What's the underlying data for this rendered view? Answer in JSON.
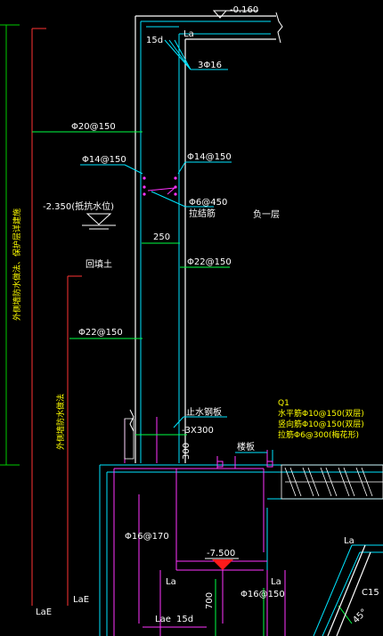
{
  "drawing": {
    "elev_top": "-0.160",
    "la_top": "La",
    "d15_top": "15d",
    "rebar_3d16": "3Φ16",
    "rebar_d20": "Φ20@150",
    "rebar_d14_left": "Φ14@150",
    "rebar_d14_right": "Φ14@150",
    "rebar_d6": "Φ6@450",
    "rebar_d6_sub": "拉结筋",
    "floor_label": "负一层",
    "elev_water": "-2.350(抵抗水位)",
    "dim_250": "250",
    "backfill": "回填土",
    "rebar_d22_right": "Φ22@150",
    "vertical_note_1": "外侧墙防水做法、保护层详建施",
    "vertical_note_2": "外侧墙防水做法",
    "rebar_d22_left": "Φ22@150",
    "waterstop": "止水钢板",
    "waterstop_size": "-3X300",
    "dim_300": "300",
    "q1_title": "Q1",
    "q1_line1": "水平筋Φ10@150(双层)",
    "q1_line2": "竖向筋Φ10@150(双层)",
    "q1_line3": "拉筋Φ6@300(梅花形)",
    "floor_slab": "楼板",
    "rebar_d16_170": "Φ16@170",
    "elev_pit": "-7.500",
    "la_left": "La",
    "la_right": "La",
    "la_far_right": "La",
    "rebar_d16_150": "Φ16@150",
    "dim_700": "700",
    "laE_1": "LaE",
    "laE_2": "LaE",
    "lae_bottom": "Lae",
    "d15_bottom": "15d",
    "c15": "C15",
    "angle_45": "45°"
  },
  "colors": {
    "background": "#000000",
    "concrete": "#ffffff",
    "rebar": "#00ffff",
    "dimension": "#ff00ff",
    "leader": "#00ff00",
    "text_main": "#ffffff",
    "text_note": "#ffff00",
    "red": "#ff0000",
    "green": "#00ff00"
  }
}
